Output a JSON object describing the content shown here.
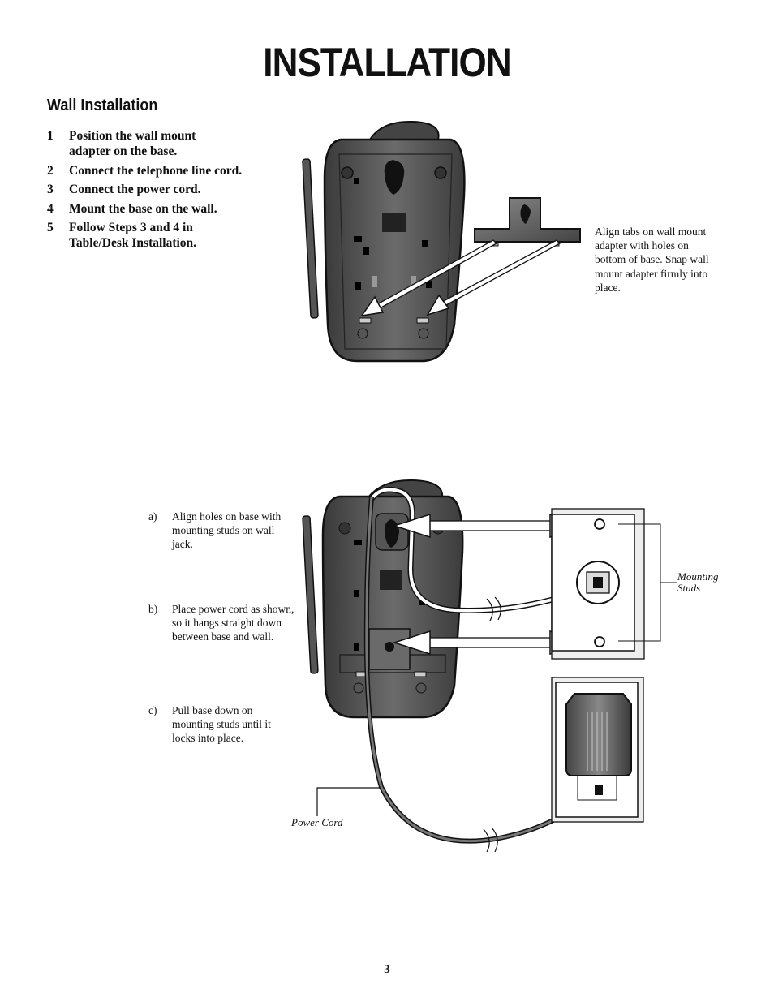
{
  "page": {
    "title": "INSTALLATION",
    "section_title": "Wall Installation",
    "page_number": "3"
  },
  "steps": [
    {
      "num": "1",
      "text": "Position the wall mount adapter on the base."
    },
    {
      "num": "2",
      "text": "Connect the telephone line cord."
    },
    {
      "num": "3",
      "text": "Connect the power cord."
    },
    {
      "num": "4",
      "text": "Mount the base on the wall."
    },
    {
      "num": "5",
      "text": "Follow Steps 3 and 4 in Table/Desk Installation."
    }
  ],
  "figure1": {
    "caption": "Align tabs on wall mount adapter with holes on bottom of base.  Snap wall mount adapter firmly into place."
  },
  "figure2": {
    "substeps": [
      {
        "letter": "a)",
        "text": "Align holes on base with mounting studs on wall jack."
      },
      {
        "letter": "b)",
        "text": "Place power cord as shown, so it hangs straight down between base and wall."
      },
      {
        "letter": "c)",
        "text": "Pull base down on mounting studs until it locks into place."
      }
    ],
    "mounting_studs_label": "Mounting Studs",
    "power_cord_label": "Power Cord"
  }
}
